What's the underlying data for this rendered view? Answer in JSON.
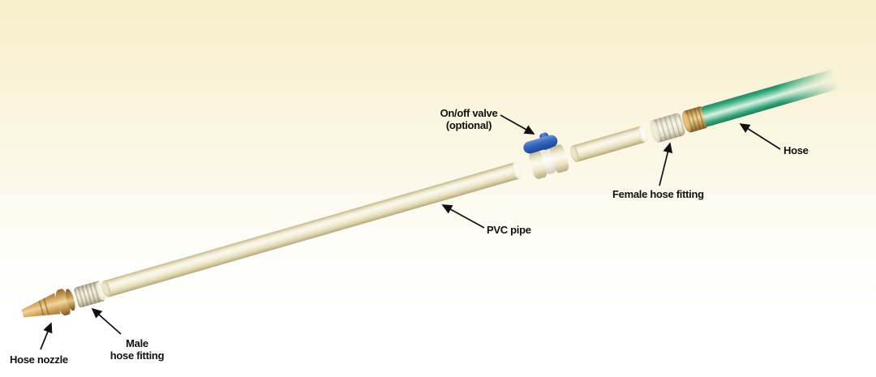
{
  "labels": {
    "hose_nozzle": "Hose nozzle",
    "male_hose_fitting": {
      "line1": "Male",
      "line2": "hose fitting"
    },
    "pvc_pipe": "PVC pipe",
    "on_off_valve": {
      "line1": "On/off valve",
      "line2": "(optional)"
    },
    "female_hose_fitting": "Female hose fitting",
    "hose": "Hose"
  },
  "parts": [
    {
      "name": "hose-nozzle"
    },
    {
      "name": "male-hose-fitting"
    },
    {
      "name": "pvc-pipe"
    },
    {
      "name": "on-off-valve"
    },
    {
      "name": "short-pvc-pipe"
    },
    {
      "name": "female-hose-fitting"
    },
    {
      "name": "hose"
    }
  ],
  "colors": {
    "background_top": "#f7efca",
    "background_bottom": "#ffffff",
    "pvc_cream": "#f4efda",
    "brass": "#d4a960",
    "valve_blue": "#2c5cb4",
    "hose_green": "#35a87c",
    "label_text": "#111111"
  }
}
